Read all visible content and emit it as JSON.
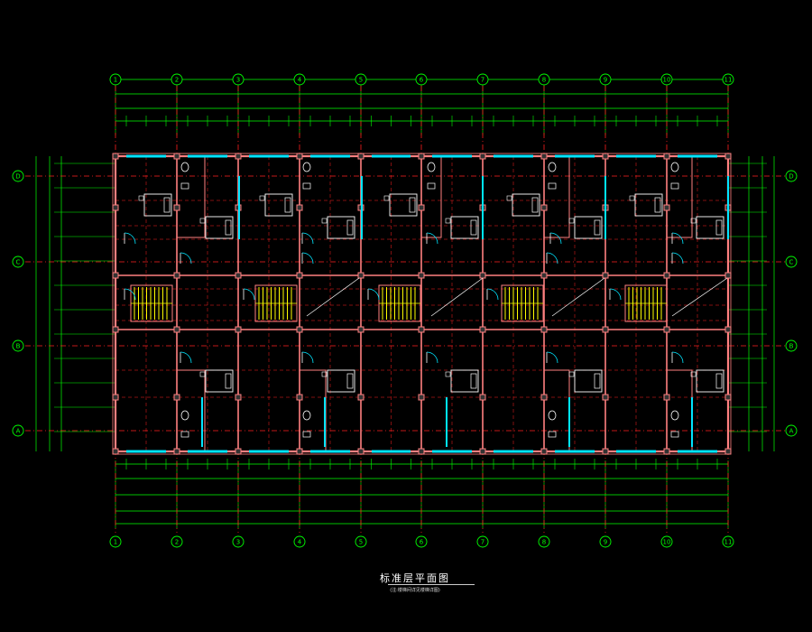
{
  "drawing": {
    "title": "标准层平面图",
    "subtitle": "(注:楼梯间详见楼梯详图)",
    "column_axes": [
      "1",
      "2",
      "3",
      "4",
      "5",
      "6",
      "7",
      "8",
      "9",
      "10",
      "11"
    ],
    "row_axes": [
      "D",
      "C",
      "B",
      "A"
    ],
    "colors": {
      "background": "#000000",
      "wall": "#ff8080",
      "axis": "#ff2020",
      "dimension": "#00ff00",
      "window": "#00e5ff",
      "fixture": "#ffffff",
      "stair": "#ffff00"
    }
  }
}
